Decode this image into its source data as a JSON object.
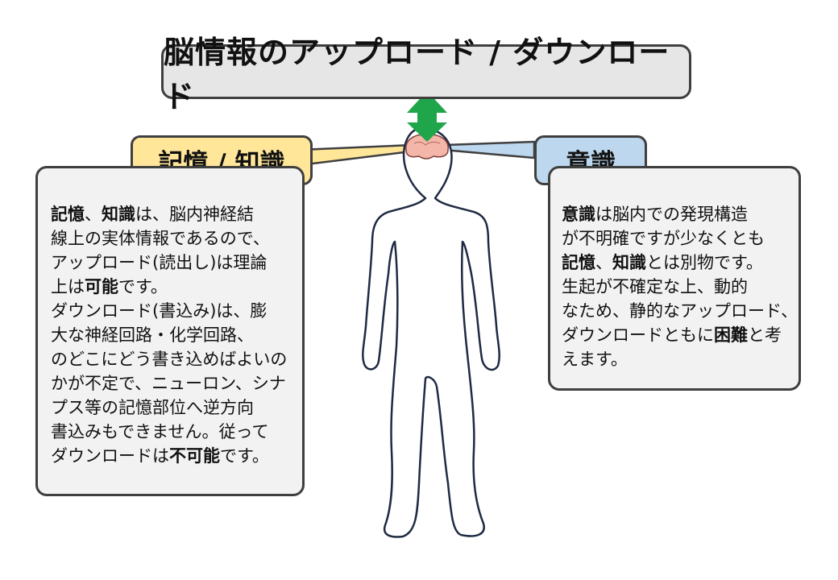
{
  "title": "脳情報のアップロード / ダウンロード",
  "left_label": "記憶 / 知識",
  "right_label": "意識",
  "colors": {
    "title_fill": "#e6e6e6",
    "left_label_fill": "#ffe699",
    "right_label_fill": "#bdd7ee",
    "panel_fill": "#f2f2f2",
    "arrow": "#1fa64a",
    "brain": "#f4b6a8",
    "outline": "#3f3f3f"
  },
  "icons": {
    "arrow": "double-vertical-arrow",
    "figure": "human-body-outline",
    "brain": "brain"
  },
  "left_text": {
    "l1_b1": "記憶",
    "l1_t1": "、",
    "l1_b2": "知識",
    "l1_t2": "は、脳内神経結",
    "l2": "線上の実体情報であるので、",
    "l3": "アップロード(読出し)は理論",
    "l4_t1": "上は",
    "l4_b1": "可能",
    "l4_t2": "です。",
    "l5": "ダウンロード(書込み)は、膨",
    "l6": "大な神経回路・化学回路、",
    "l7": "のどこにどう書き込めばよいの",
    "l8": "かが不定で、ニューロン、シナ",
    "l9": "プス等の記憶部位へ逆方向",
    "l10": "書込みもできません。従って",
    "l11_t1": "ダウンロードは",
    "l11_b1": "不可能",
    "l11_t2": "です。"
  },
  "right_text": {
    "l1_b1": "意識",
    "l1_t1": "は脳内での発現構造",
    "l2": "が不明確ですが少なくとも",
    "l3_b1": "記憶",
    "l3_t1": "、",
    "l3_b2": "知識",
    "l3_t2": "とは別物です。",
    "l4": "生起が不確定な上、動的",
    "l5": "なため、静的なアップロード、",
    "l6_t1": "ダウンロードともに",
    "l6_b1": "困難",
    "l6_t2": "と考",
    "l7": "えます。"
  }
}
